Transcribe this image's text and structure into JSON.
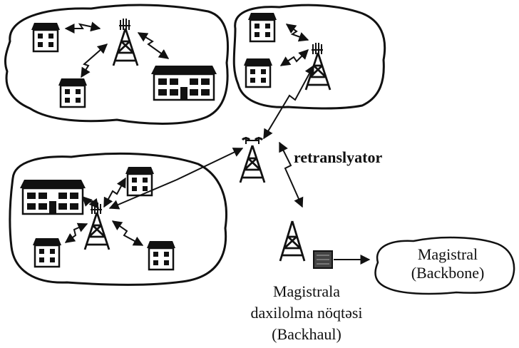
{
  "labels": {
    "repeater": "retranslyator",
    "backbone_line1": "Magistral",
    "backbone_line2": "(Backbone)",
    "gateway_line1": "Magistrala",
    "gateway_line2": "daxilolma nöqtəsi",
    "gateway_line3": "(Backhaul)"
  },
  "colors": {
    "ink": "#111111",
    "background": "#ffffff"
  }
}
